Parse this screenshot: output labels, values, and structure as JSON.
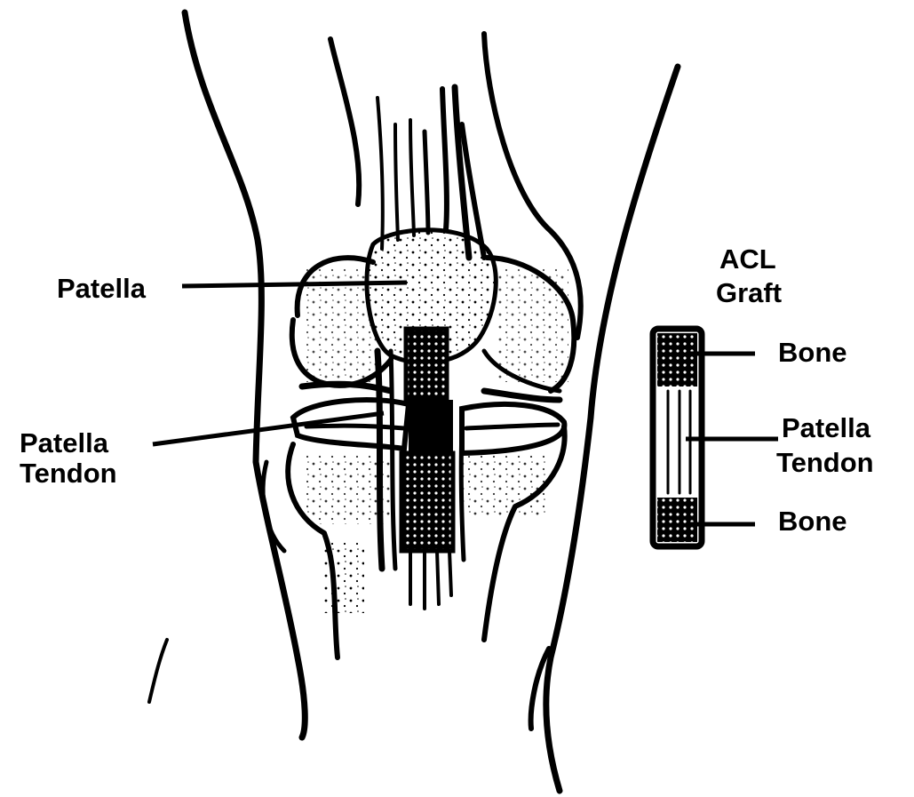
{
  "labels": {
    "patella": "Patella",
    "patella_tendon_left": [
      "Patella",
      "Tendon"
    ],
    "acl_graft": [
      "ACL",
      "Graft"
    ],
    "graft_bone_top": "Bone",
    "graft_patella_tendon": [
      "Patella",
      "Tendon"
    ],
    "graft_bone_bottom": "Bone"
  },
  "colors": {
    "ink": "#000000",
    "background": "#ffffff"
  }
}
